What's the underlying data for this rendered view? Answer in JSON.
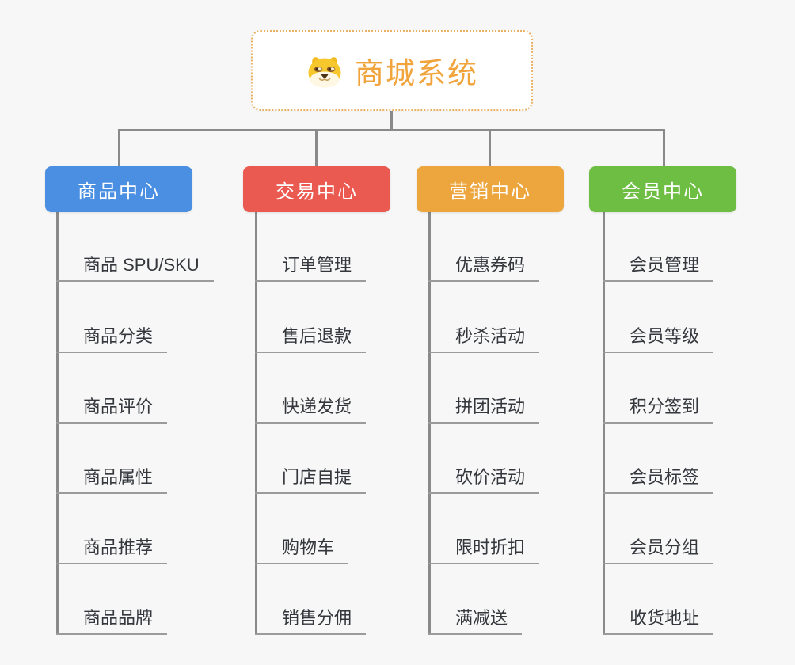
{
  "canvas": {
    "background": "#f7f7f7",
    "connector_color": "#8a8a8a",
    "underline_color": "#9b9b9b",
    "leaf_text_color": "#34373c"
  },
  "root": {
    "title": "商城系统",
    "color": "#F1A43C",
    "border_color": "#E9B163",
    "icon": "shiba-dog-icon"
  },
  "branches": [
    {
      "label": "商品中心",
      "color": "#4A8FE2",
      "children": [
        "商品 SPU/SKU",
        "商品分类",
        "商品评价",
        "商品属性",
        "商品推荐",
        "商品品牌"
      ]
    },
    {
      "label": "交易中心",
      "color": "#EB5A50",
      "children": [
        "订单管理",
        "售后退款",
        "快递发货",
        "门店自提",
        "购物车",
        "销售分佣"
      ]
    },
    {
      "label": "营销中心",
      "color": "#EDA63E",
      "children": [
        "优惠券码",
        "秒杀活动",
        "拼团活动",
        "砍价活动",
        "限时折扣",
        "满减送"
      ]
    },
    {
      "label": "会员中心",
      "color": "#6FBE44",
      "children": [
        "会员管理",
        "会员等级",
        "积分签到",
        "会员标签",
        "会员分组",
        "收货地址"
      ]
    }
  ]
}
